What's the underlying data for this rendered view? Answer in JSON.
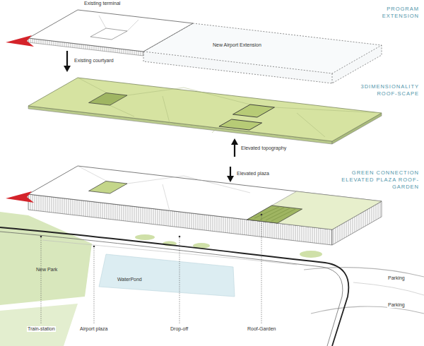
{
  "diagram": {
    "labels": [
      "PROGRAM EXTENSION",
      "Existing terminal",
      "New Airport Extension",
      "Existing courtyard",
      "3DIMENSIONALITY ROOF-SCAPE",
      "Elevated topography",
      "Elevated plaza",
      "GREEN CONNECTION ELEVATED PLAZA ROOF-GARDEN",
      "New Park",
      "WaterPond",
      "Parking",
      "Parking",
      "Train-station",
      "Airport plaza",
      "Drop-off",
      "Roof-Garden"
    ]
  }
}
